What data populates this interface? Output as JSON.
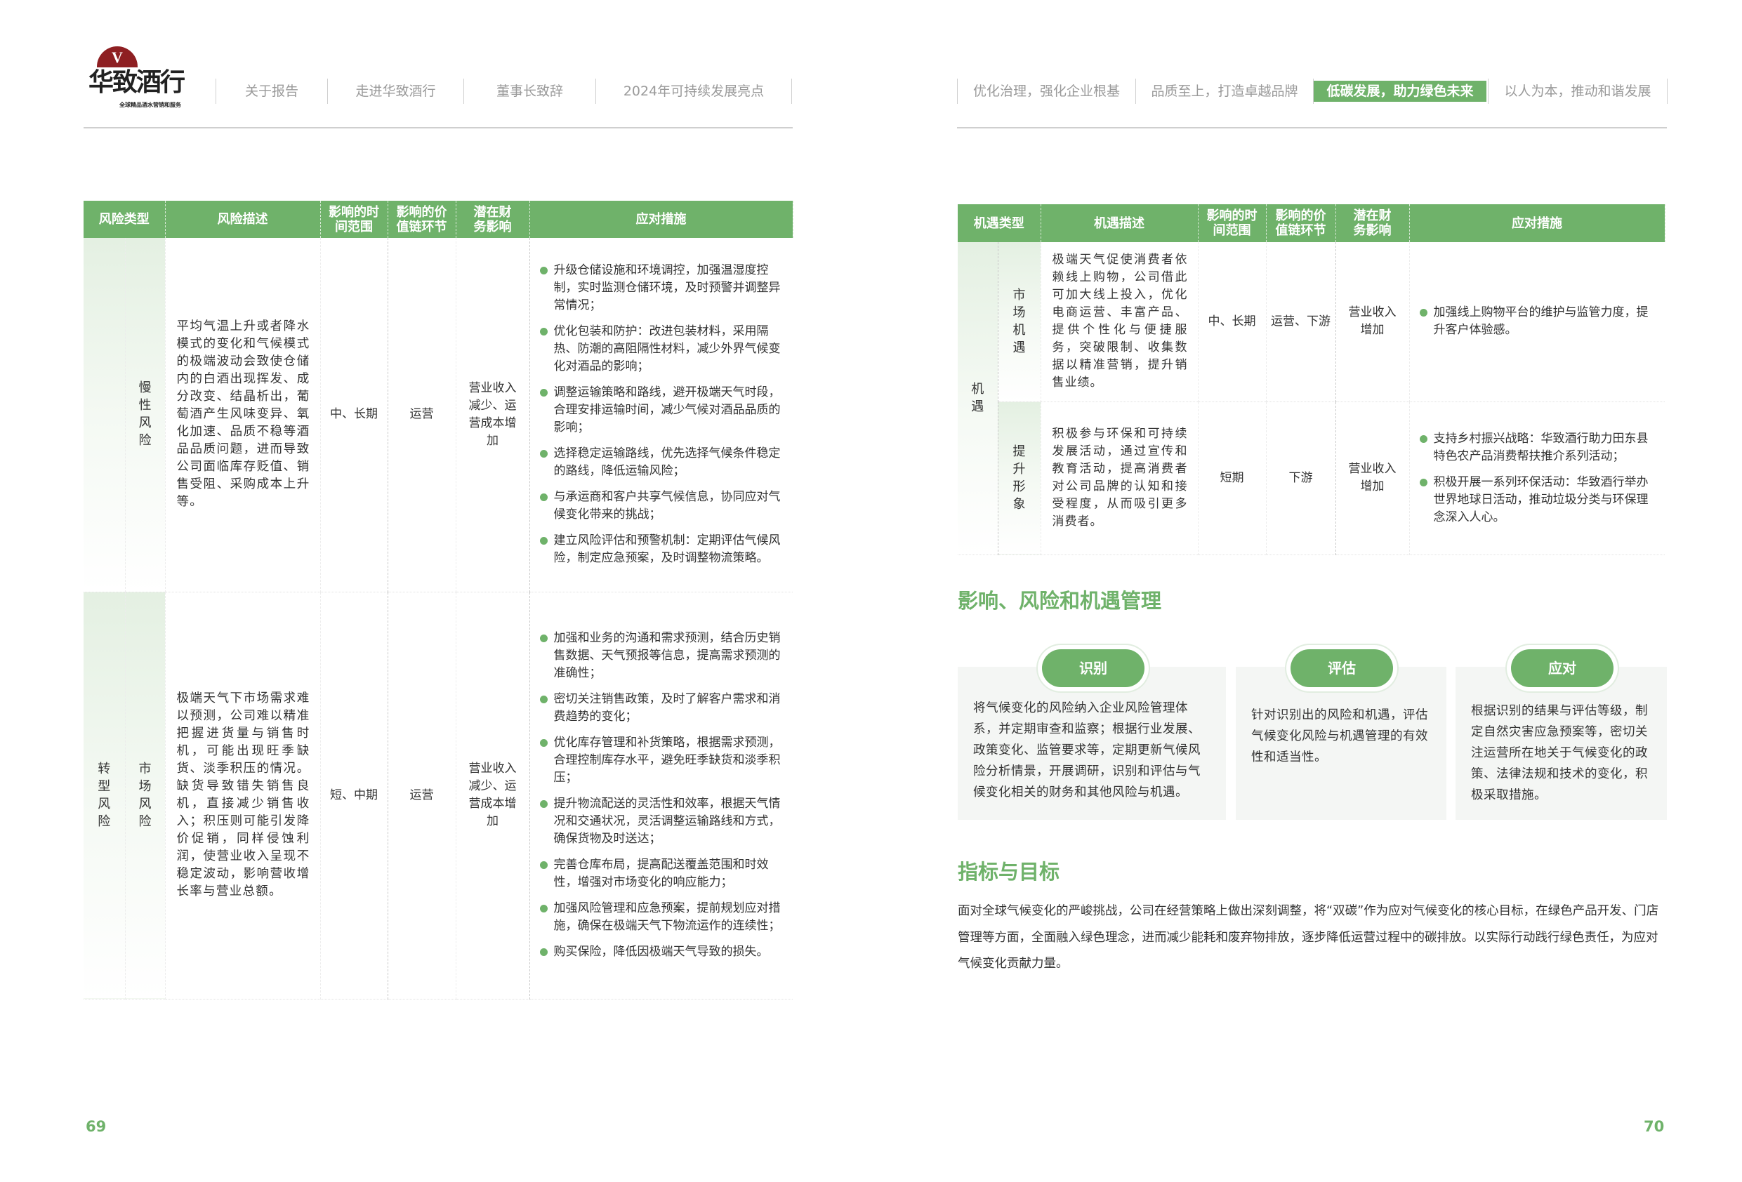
{
  "logo": {
    "mark": "V",
    "name": "华致酒行",
    "tagline": "全球精品酒水营销和服务"
  },
  "nav_left": [
    "关于报告",
    "走进华致酒行",
    "董事长致辞",
    "2024年可持续发展亮点"
  ],
  "nav_right": [
    {
      "label": "优化治理，强化企业根基",
      "active": false
    },
    {
      "label": "品质至上，打造卓越品牌",
      "active": false
    },
    {
      "label": "低碳发展，助力绿色未来",
      "active": true
    },
    {
      "label": "以人为本，推动和谐发展",
      "active": false
    }
  ],
  "risk_table": {
    "headers": [
      "风险类型",
      "风险描述",
      "影响的时间范围",
      "影响的价值链环节",
      "潜在财务影响",
      "应对措施"
    ],
    "rows": [
      {
        "type1": "",
        "type2": "慢性风险",
        "desc": "平均气温上升或者降水模式的变化和气候模式的极端波动会致使仓储内的白酒出现挥发、成分改变、结晶析出，葡萄酒产生风味变异、氧化加速、品质不稳等酒品品质问题，进而导致公司面临库存贬值、销售受阻、采购成本上升等。",
        "time": "中、长期",
        "chain": "运营",
        "finance": "营业收入减少、运营成本增加",
        "measures": [
          "升级仓储设施和环境调控，加强温湿度控制，实时监测仓储环境，及时预警并调整异常情况；",
          "优化包装和防护：改进包装材料，采用隔热、防潮的高阻隔性材料，减少外界气候变化对酒品的影响；",
          "调整运输策略和路线，避开极端天气时段，合理安排运输时间，减少气候对酒品品质的影响；",
          "选择稳定运输路线，优先选择气候条件稳定的路线，降低运输风险；",
          "与承运商和客户共享气候信息，协同应对气候变化带来的挑战；",
          "建立风险评估和预警机制：定期评估气候风险，制定应急预案，及时调整物流策略。"
        ]
      },
      {
        "type1": "转型风险",
        "type2": "市场风险",
        "desc": "极端天气下市场需求难以预测，公司难以精准把握进货量与销售时机，可能出现旺季缺货、淡季积压的情况。缺货导致错失销售良机，直接减少销售收入；积压则可能引发降价促销，同样侵蚀利润，使营业收入呈现不稳定波动，影响营收增长率与营业总额。",
        "time": "短、中期",
        "chain": "运营",
        "finance": "营业收入减少、运营成本增加",
        "measures": [
          "加强和业务的沟通和需求预测，结合历史销售数据、天气预报等信息，提高需求预测的准确性；",
          "密切关注销售政策，及时了解客户需求和消费趋势的变化；",
          "优化库存管理和补货策略，根据需求预测，合理控制库存水平，避免旺季缺货和淡季积压；",
          "提升物流配送的灵活性和效率，根据天气情况和交通状况，灵活调整运输路线和方式，确保货物及时送达；",
          "完善仓库布局，提高配送覆盖范围和时效性，增强对市场变化的响应能力；",
          "加强风险管理和应急预案，提前规划应对措施，确保在极端天气下物流运作的连续性；",
          "购买保险，降低因极端天气导致的损失。"
        ]
      }
    ]
  },
  "opp_table": {
    "headers": [
      "机遇类型",
      "机遇描述",
      "影响的时间范围",
      "影响的价值链环节",
      "潜在财务影响",
      "应对措施"
    ],
    "type1": "机遇",
    "rows": [
      {
        "type2": "市场机遇",
        "desc": "极端天气促使消费者依赖线上购物，公司借此可加大线上投入，优化电商运营、丰富产品、提供个性化与便捷服务，突破限制、收集数据以精准营销，提升销售业绩。",
        "time": "中、长期",
        "chain": "运营、下游",
        "finance": "营业收入增加",
        "measures": [
          "加强线上购物平台的维护与监管力度，提升客户体验感。"
        ]
      },
      {
        "type2": "提升形象",
        "desc": "积极参与环保和可持续发展活动，通过宣传和教育活动，提高消费者对公司品牌的认知和接受程度，从而吸引更多消费者。",
        "time": "短期",
        "chain": "下游",
        "finance": "营业收入增加",
        "measures": [
          "支持乡村振兴战略：华致酒行助力田东县特色农产品消费帮扶推介系列活动；",
          "积极开展一系列环保活动：华致酒行举办世界地球日活动，推动垃圾分类与环保理念深入人心。"
        ]
      }
    ]
  },
  "mgmt": {
    "title": "影响、风险和机遇管理",
    "steps": [
      {
        "label": "识别",
        "text": "将气候变化的风险纳入企业风险管理体系，并定期审查和监察；根据行业发展、政策变化、监管要求等，定期更新气候风险分析情景，开展调研，识别和评估与气候变化相关的财务和其他风险与机遇。"
      },
      {
        "label": "评估",
        "text": "针对识别出的风险和机遇，评估气候变化风险与机遇管理的有效性和适当性。"
      },
      {
        "label": "应对",
        "text": "根据识别的结果与评估等级，制定自然灾害应急预案等，密切关注运营所在地关于气候变化的政策、法律法规和技术的变化，积极采取措施。"
      }
    ]
  },
  "targets": {
    "title": "指标与目标",
    "text": "面对全球气候变化的严峻挑战，公司在经营策略上做出深刻调整，将“双碳”作为应对气候变化的核心目标，在绿色产品开发、门店管理等方面，全面融入绿色理念，进而减少能耗和废弃物排放，逐步降低运营过程中的碳排放。以实际行动践行绿色责任，为应对气候变化贡献力量。"
  },
  "pages": {
    "left": "69",
    "right": "70"
  },
  "colors": {
    "accent": "#6fb26a",
    "logo_red": "#8e1f22"
  }
}
